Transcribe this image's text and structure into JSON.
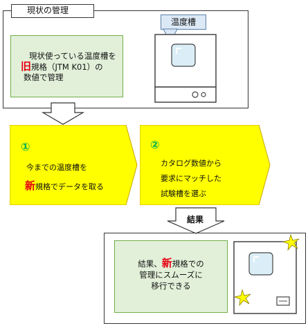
{
  "current": {
    "tab_label": "現状の管理",
    "description_line1": "現状使っている温度槽を",
    "old_mark": "旧",
    "description_line2_rest": "規格（JTM K01）の",
    "description_line3": "数値で管理",
    "oven_label": "温度槽"
  },
  "steps": [
    {
      "number": "①",
      "line1": "今までの温度槽を",
      "new_mark": "新",
      "line2_rest": "規格でデータを取る"
    },
    {
      "number": "②",
      "line1": "カタログ数値から",
      "line2": "要求にマッチした",
      "line3": "試験槽を選ぶ"
    }
  ],
  "result": {
    "arrow_label": "結果",
    "line1_pre": "結果、",
    "new_mark": "新",
    "line1_post": "規格での",
    "line2": "管理にスムーズに",
    "line3": "移行できる"
  },
  "colors": {
    "banner_fill": "#ffff00",
    "green_box": "#e2f0d9",
    "highlight_red": "#e60012",
    "step_number_green": "#00b050"
  }
}
